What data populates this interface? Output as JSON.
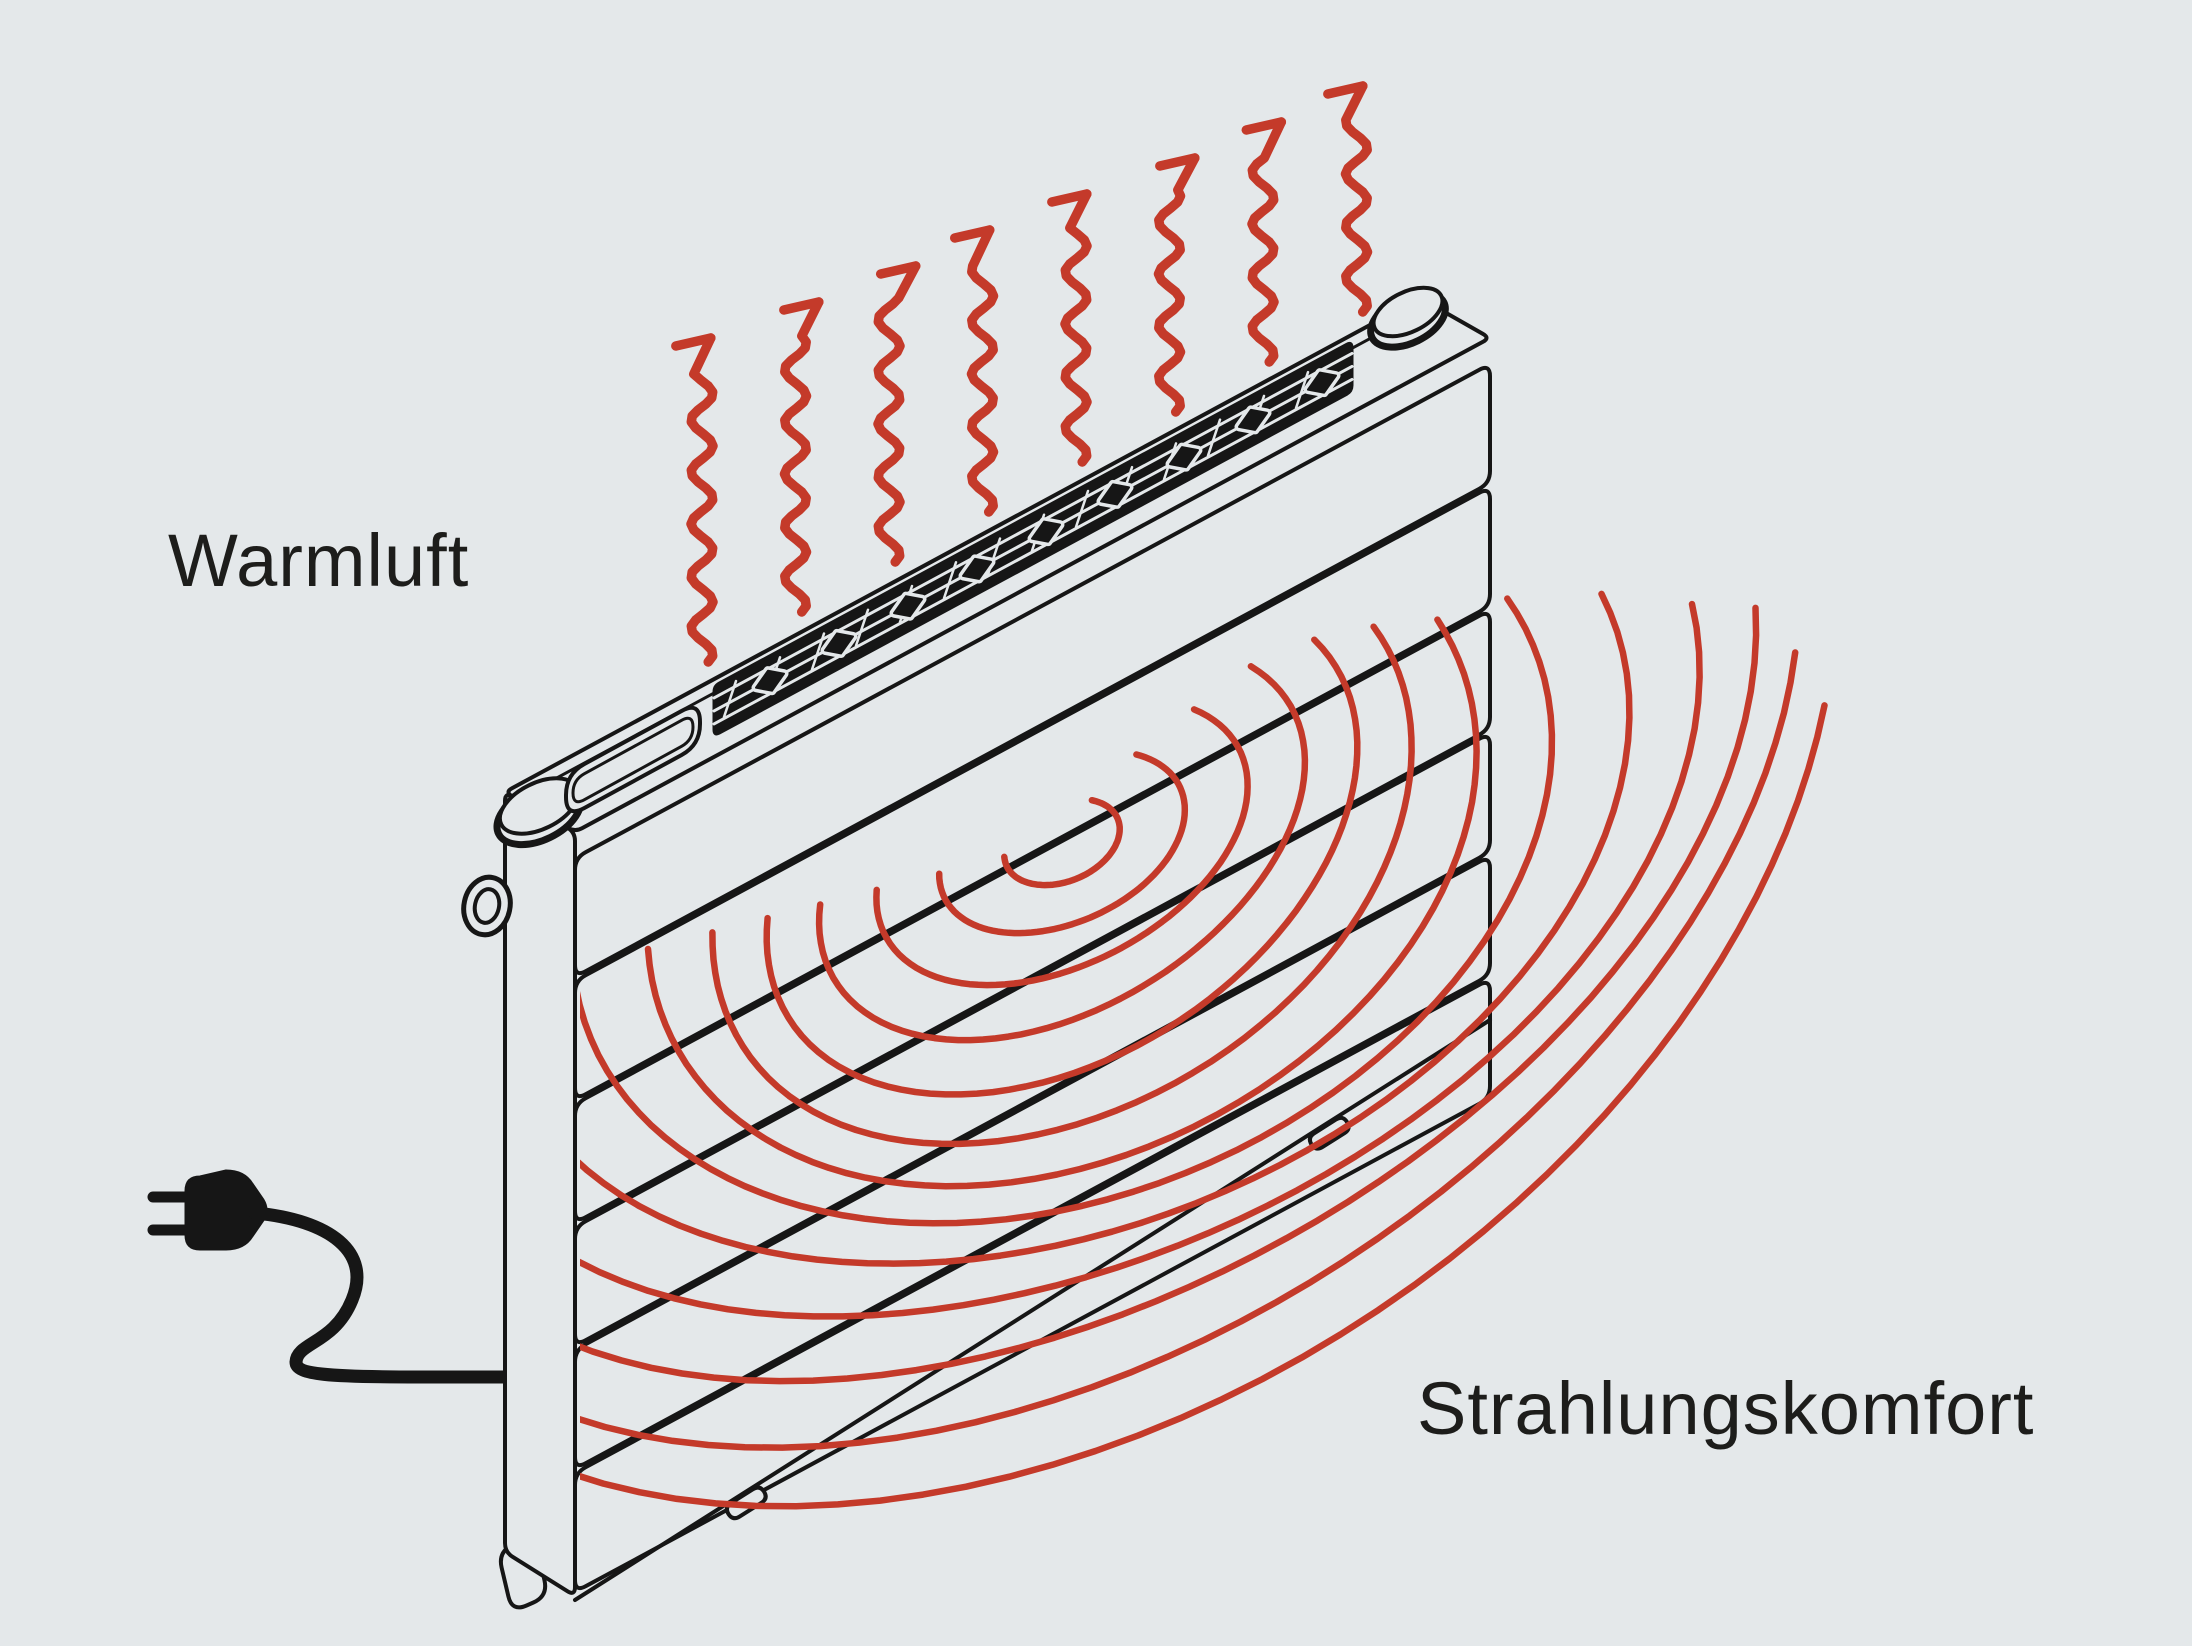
{
  "labels": {
    "warm_air": "Warmluft",
    "radiant_comfort": "Strahlungskomfort"
  },
  "colors": {
    "background": "#e4e8ea",
    "line": "#161616",
    "accent_red": "#c43a2a",
    "text": "#1d1d1b"
  },
  "diagram": {
    "device": "electric-panel-radiator",
    "panel_count": 6,
    "warm_air_arrows": {
      "count": 8
    },
    "radiation_waves": {
      "count": 13
    },
    "grille_clips": {
      "count": 9
    }
  }
}
